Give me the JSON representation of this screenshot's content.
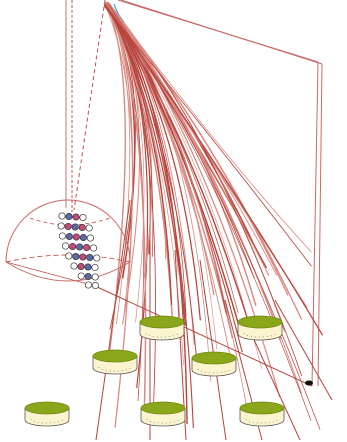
{
  "diagram": {
    "description_tags": [
      "cosmic-ray-air-shower",
      "particle-detector-array"
    ],
    "components": [
      "primary-trajectory",
      "zenith-angle-arc",
      "vertical-reference-line",
      "shower-particle-tracks",
      "fluorescence-detector-dome",
      "photomultiplier-camera",
      "ground-detector-tanks",
      "vertical-panel",
      "detected-particle-marker"
    ]
  },
  "colors": {
    "track": "#b5453d",
    "track_light": "#d98a82",
    "frame_line": "#c86a66",
    "dashed_line": "#c0504d",
    "angle_arc": "#33aadd",
    "tank_top": "#8aa61a",
    "tank_top_dark": "#6f8a10",
    "tank_body": "#fbf4cf",
    "tank_edge": "#555555",
    "pmt_fill_pink": "#c44a7a",
    "pmt_fill_blue": "#5a6aa8",
    "pmt_empty": "#ffffff",
    "marker": "#111111"
  },
  "tanks_count": 7,
  "tracks_count": 60
}
